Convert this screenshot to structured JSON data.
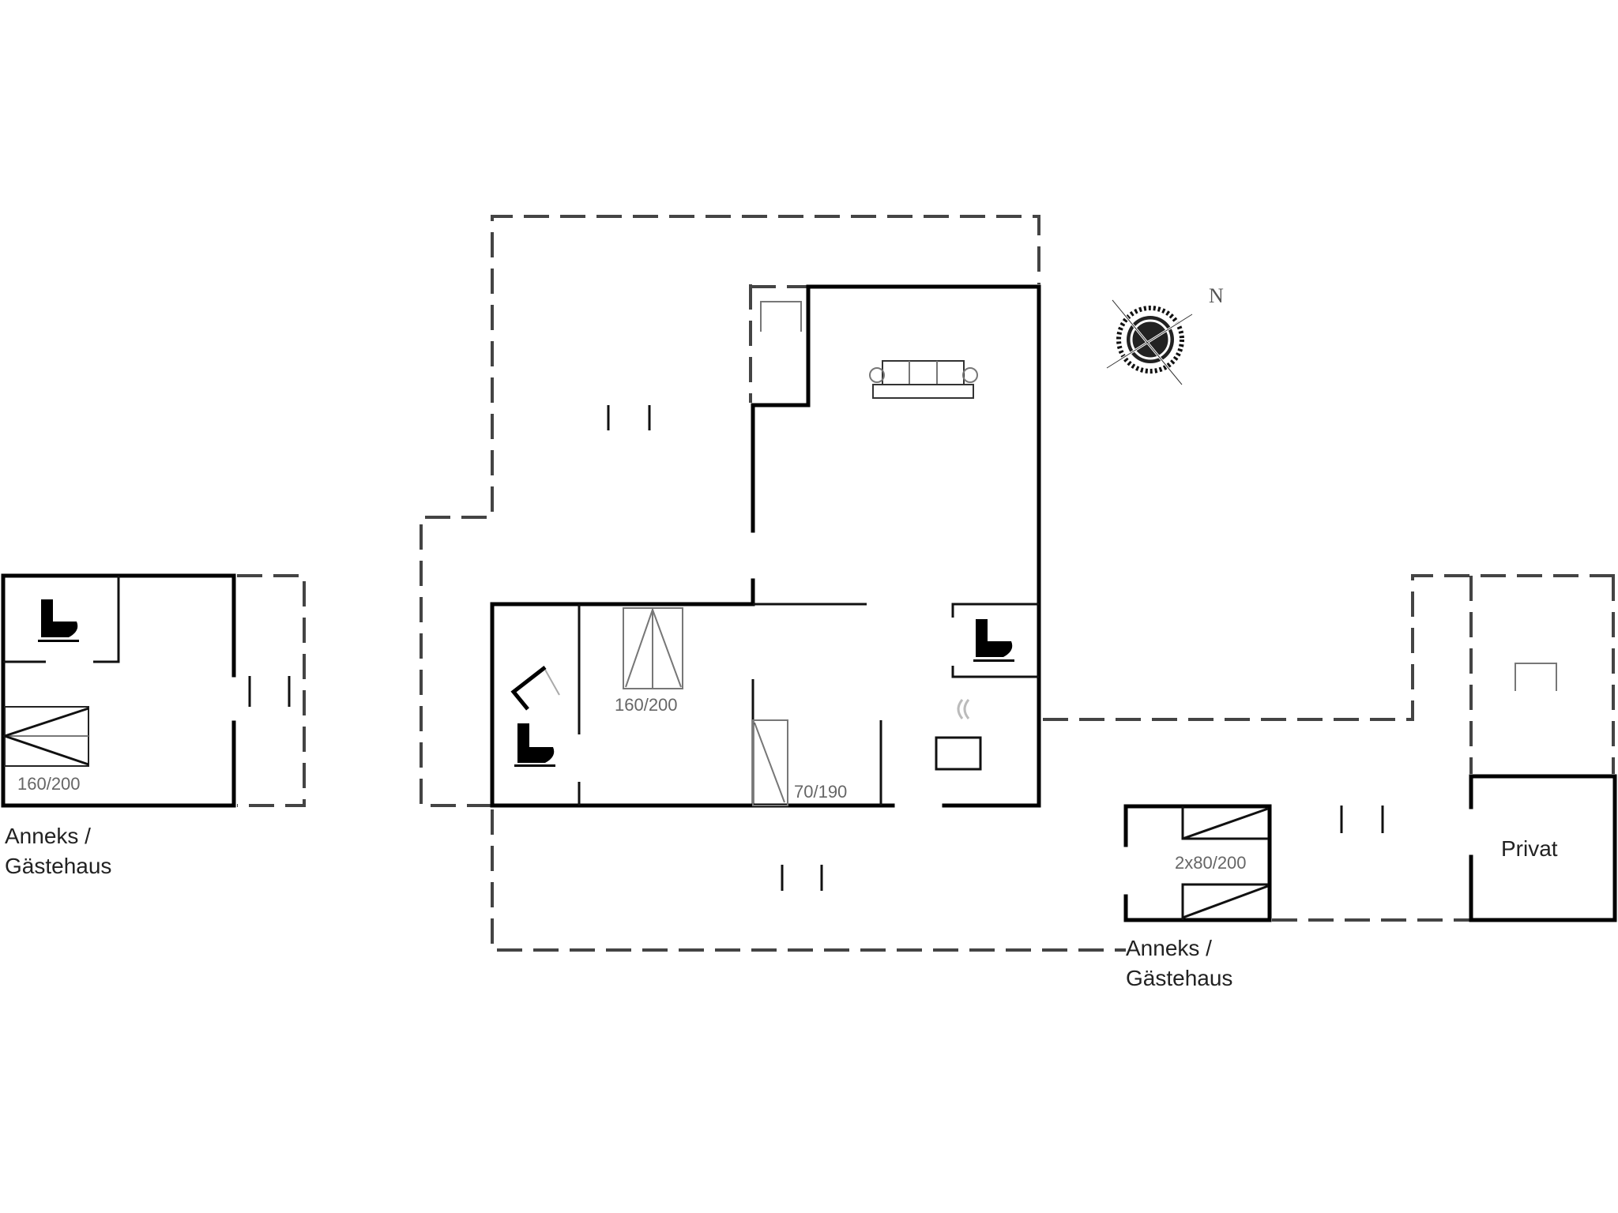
{
  "plan": {
    "labels": {
      "annex_left_line1": "Anneks /",
      "annex_left_line2": "Gästehaus",
      "annex_right_line1": "Anneks /",
      "annex_right_line2": "Gästehaus",
      "private": "Privat",
      "north": "N"
    },
    "beds": {
      "annex_left": "160/200",
      "main_bedroom": "160/200",
      "small_bedroom": "70/190",
      "annex_right": "2x80/200"
    },
    "icons": [
      "toilet-icon",
      "shower-icon",
      "sofa-icon",
      "cooking-pot-icon",
      "compass-rose-icon",
      "bed-icon",
      "chair-icon"
    ]
  }
}
